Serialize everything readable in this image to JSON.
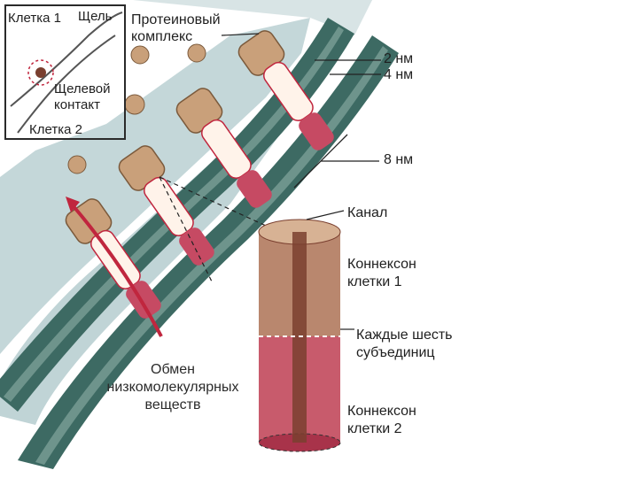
{
  "inset": {
    "cell1": "Клетка 1",
    "gap": "Щель",
    "gap_contact_line1": "Щелевой",
    "gap_contact_line2": "контакт",
    "cell2": "Клетка 2"
  },
  "labels": {
    "protein_complex_line1": "Протеиновый",
    "protein_complex_line2": "комплекс",
    "nm2": "2 нм",
    "nm4": "4 нм",
    "nm8": "8 нм",
    "channel": "Канал",
    "connexon1_line1": "Коннексон",
    "connexon1_line2": "клетки 1",
    "six_subunits_line1": "Каждые шесть",
    "six_subunits_line2": "субъединиц",
    "connexon2_line1": "Коннексон",
    "connexon2_line2": "клетки 2",
    "exchange_line1": "Обмен",
    "exchange_line2": "низкомолекулярных",
    "exchange_line3": "веществ"
  },
  "colors": {
    "background_cytoplasm": "#b9cfd2",
    "membrane": "#3d6a63",
    "membrane_light": "#6e948c",
    "protein_tan": "#c9a07a",
    "protein_pink": "#c64a63",
    "connexon1": "#b9876e",
    "connexon2": "#c85b6c",
    "channel_dark": "#7a3f2f",
    "arrow_red": "#c0263e"
  }
}
